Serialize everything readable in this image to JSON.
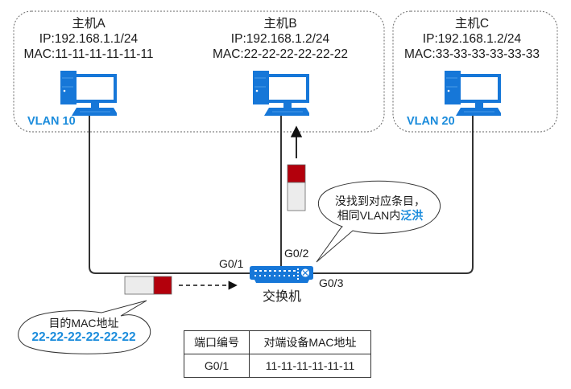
{
  "hosts": [
    {
      "name": "主机A",
      "ip": "IP:192.168.1.1/24",
      "mac": "MAC:11-11-11-11-11-11"
    },
    {
      "name": "主机B",
      "ip": "IP:192.168.1.2/24",
      "mac": "MAC:22-22-22-22-22-22"
    },
    {
      "name": "主机C",
      "ip": "IP:192.168.1.2/24",
      "mac": "MAC:33-33-33-33-33-33"
    }
  ],
  "vlans": {
    "left": "VLAN 10",
    "right": "VLAN 20"
  },
  "switch": {
    "label": "交换机",
    "ports": {
      "g01": "G0/1",
      "g02": "G0/2",
      "g03": "G0/3"
    }
  },
  "callouts": {
    "flood": {
      "line1": "没找到对应条目，",
      "line2_prefix": "相同VLAN内",
      "line2_highlight": "泛洪"
    },
    "dest": {
      "line1": "目的MAC地址",
      "line2": "22-22-22-22-22-22"
    }
  },
  "mac_table": {
    "headers": [
      "端口编号",
      "对端设备MAC地址"
    ],
    "rows": [
      [
        "G0/1",
        "11-11-11-11-11-11"
      ]
    ]
  },
  "colors": {
    "accent": "#1b8cdc",
    "host_icon": "#1677d8",
    "frame_header": "#b3000c",
    "frame_body": "#ececec"
  }
}
